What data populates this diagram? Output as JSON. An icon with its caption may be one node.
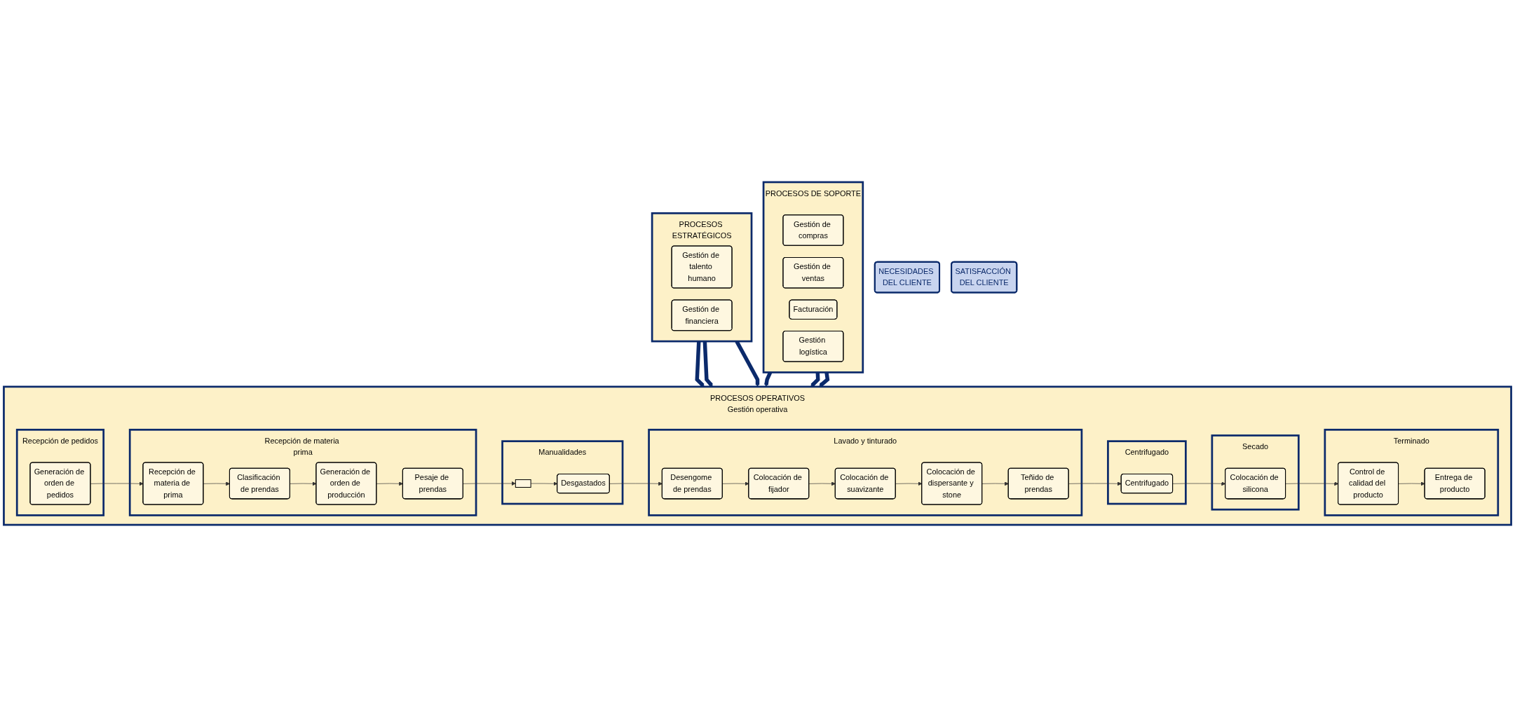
{
  "diagram": {
    "nodes": [
      {
        "text": [
          "NECESIDADES DEL CLIENTE"
        ]
      },
      {
        "text": [
          "PROCESOS ESTRATÉGICOS"
        ]
      },
      {
        "text": [
          "Gestión de talento humano"
        ],
        "in": 1
      },
      {
        "text": [
          "Gestión de financiera"
        ],
        "in": 1
      },
      {
        "text": [
          "PROCESOS OPERATIVOS",
          "Gestión operativa"
        ]
      },
      {
        "text": [
          "Recepción de pedidos"
        ],
        "in": 4
      },
      {
        "text": [
          "Generación de orden de pedidos"
        ],
        "in": 5
      },
      {
        "text": [
          "Recepción de materia prima"
        ],
        "in": 4
      },
      {
        "text": [
          "Recepción de materia de prima"
        ],
        "in": 7
      },
      {
        "text": [
          "Clasificación de prendas"
        ],
        "in": 7
      },
      {
        "text": [
          "Generación de orden de producción"
        ],
        "in": 7
      },
      {
        "text": [
          "Pesaje de prendas"
        ],
        "in": 7
      },
      {
        "text": [
          "Manualidades"
        ],
        "in": 4
      },
      {
        "text": [],
        "shape": "box",
        "in": 12
      },
      {
        "text": [
          "Desgastados"
        ],
        "in": 12
      },
      {
        "text": [
          "Lavado y tinturado"
        ],
        "in": 4
      },
      {
        "text": [
          "Desengome de prendas"
        ],
        "in": 15
      },
      {
        "text": [
          "Colocación de fijador"
        ],
        "in": 15
      },
      {
        "text": [
          "Colocación de suavizante"
        ],
        "in": 15
      },
      {
        "text": [
          "Colocación de dispersante y stone"
        ],
        "in": 15
      },
      {
        "text": [
          "Teñido de prendas"
        ],
        "in": 15
      },
      {
        "text": [
          "Centrifugado"
        ],
        "in": 4
      },
      {
        "text": [
          "Centrifugado"
        ],
        "in": 21
      },
      {
        "text": [
          "Secado"
        ],
        "in": 4
      },
      {
        "text": [
          "Colocación de silicona"
        ],
        "in": 23
      },
      {
        "text": [
          "Terminado"
        ],
        "in": 4
      },
      {
        "text": [
          "Control de calidad del producto"
        ],
        "in": 25
      },
      {
        "text": [
          "Entrega de producto"
        ],
        "in": 25
      },
      {
        "text": [
          "PROCESOS DE SOPORTE"
        ]
      },
      {
        "text": [
          "Gestión de compras"
        ],
        "in": 28
      },
      {
        "text": [
          "Gestión de ventas"
        ],
        "in": 28
      },
      {
        "text": [
          "Facturación"
        ],
        "in": 28
      },
      {
        "text": [
          "Gestión logística"
        ],
        "in": 28
      },
      {
        "text": [
          "SATISFACCIÓN DEL CLIENTE"
        ]
      }
    ],
    "edges": [
      {
        "from": 1,
        "to": 4,
        "arrow": "to",
        "style": "thick",
        "color": "#0b2a6b"
      },
      {
        "from": 1,
        "to": 4,
        "arrow": "to",
        "style": "thick",
        "color": "#0b2a6b"
      },
      {
        "from": 1,
        "to": 4,
        "arrow": "to",
        "style": "thick",
        "color": "#0b2a6b"
      },
      {
        "from": 6,
        "to": 8,
        "arrow": "to"
      },
      {
        "from": 8,
        "to": 9,
        "arrow": "to"
      },
      {
        "from": 9,
        "to": 10,
        "arrow": "to"
      },
      {
        "from": 10,
        "to": 11,
        "arrow": "to"
      },
      {
        "from": 11,
        "to": 13,
        "arrow": "to"
      },
      {
        "from": 13,
        "to": 14,
        "arrow": "to"
      },
      {
        "from": 14,
        "to": 16,
        "arrow": "to"
      },
      {
        "from": 16,
        "to": 17,
        "arrow": "to"
      },
      {
        "from": 17,
        "to": 18,
        "arrow": "to"
      },
      {
        "from": 18,
        "to": 19,
        "arrow": "to"
      },
      {
        "from": 19,
        "to": 20,
        "arrow": "to"
      },
      {
        "from": 20,
        "to": 22,
        "arrow": "to"
      },
      {
        "from": 22,
        "to": 24,
        "arrow": "to"
      },
      {
        "from": 24,
        "to": 26,
        "arrow": "to"
      },
      {
        "from": 26,
        "to": 27,
        "arrow": "to"
      },
      {
        "from": 28,
        "to": 4,
        "arrow": "to",
        "style": "thick",
        "color": "#0b2a6b"
      },
      {
        "from": 28,
        "to": 4,
        "arrow": "to",
        "style": "thick",
        "color": "#0b2a6b"
      },
      {
        "from": 28,
        "to": 4,
        "arrow": "to",
        "style": "thick",
        "color": "#0b2a6b"
      }
    ]
  }
}
